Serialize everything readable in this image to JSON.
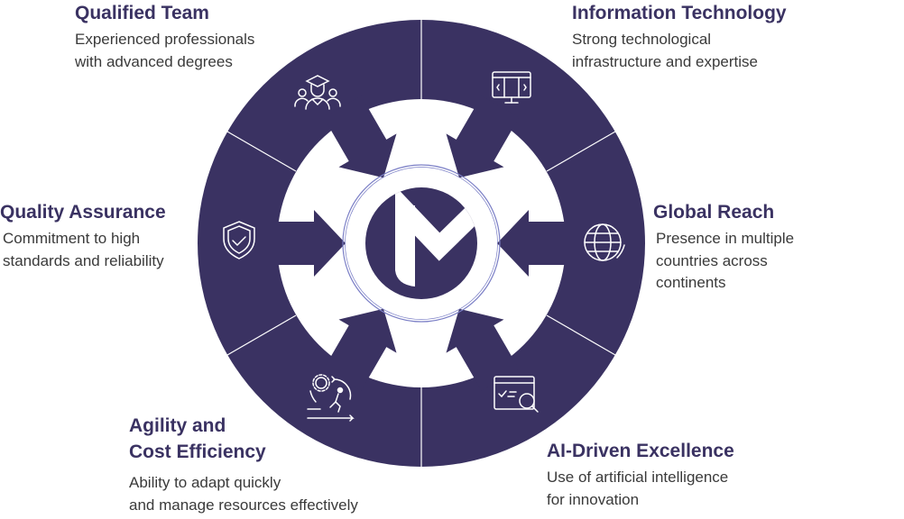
{
  "colors": {
    "primary": "#3a3262",
    "ring": "#7b7fc6",
    "text": "#3a3a3a"
  },
  "logo": {
    "name": "M-logo"
  },
  "features": [
    {
      "id": "qualified-team",
      "icon": "team-graduate-icon",
      "title": "Qualified Team",
      "lines": [
        "Experienced professionals",
        "with advanced degrees"
      ]
    },
    {
      "id": "information-technology",
      "icon": "monitor-code-icon",
      "title": "Information Technology",
      "lines": [
        "Strong technological",
        "infrastructure and expertise"
      ]
    },
    {
      "id": "quality-assurance",
      "icon": "shield-check-icon",
      "title": "Quality Assurance",
      "lines": [
        "Commitment to high",
        "standards and reliability"
      ]
    },
    {
      "id": "global-reach",
      "icon": "globe-icon",
      "title": "Global Reach",
      "lines": [
        "Presence in multiple",
        "countries across",
        "continents"
      ]
    },
    {
      "id": "agility",
      "icon": "gear-runner-icon",
      "title_lines": [
        "Agility and",
        "Cost Efficiency"
      ],
      "lines": [
        "Ability to adapt quickly",
        "and manage resources effectively"
      ]
    },
    {
      "id": "ai-driven",
      "icon": "search-window-icon",
      "title": "AI-Driven Excellence",
      "lines": [
        "Use of artificial intelligence",
        "for innovation"
      ]
    }
  ]
}
